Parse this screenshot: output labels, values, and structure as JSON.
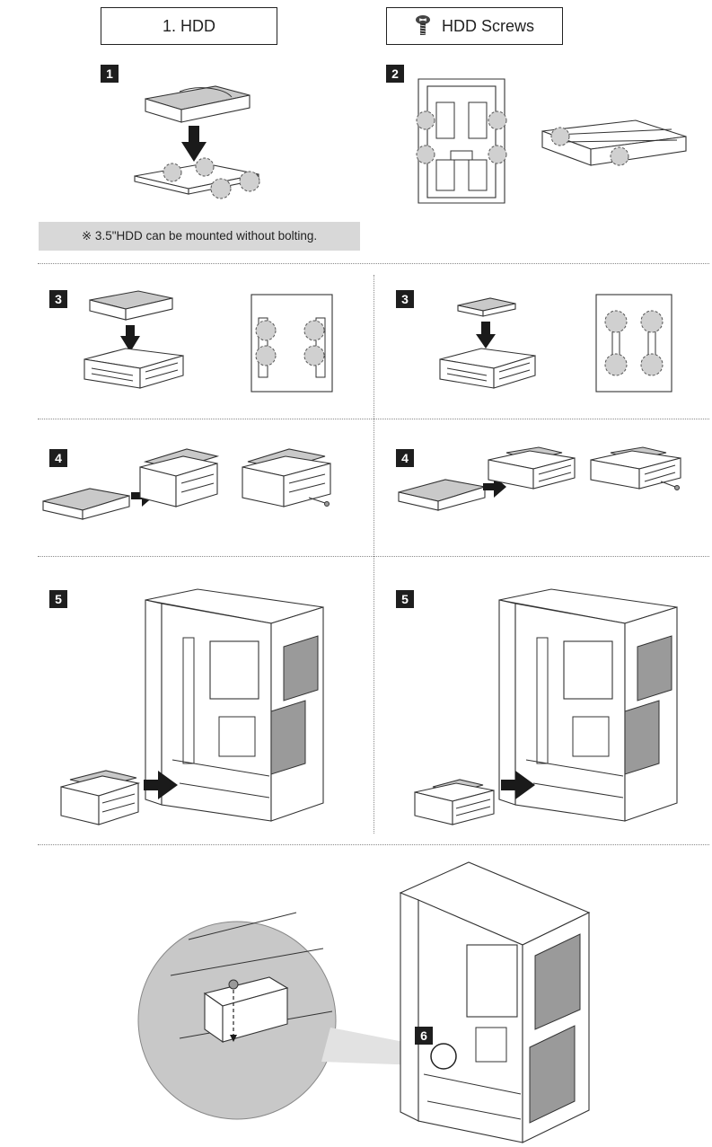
{
  "headers": {
    "hdd_label": "1. HDD",
    "screws_label": "HDD Screws"
  },
  "steps": {
    "s1": "1",
    "s2": "2",
    "s3_left": "3",
    "s3_right": "3",
    "s4_left": "4",
    "s4_right": "4",
    "s5_left": "5",
    "s5_right": "5",
    "s6": "6"
  },
  "note": {
    "text": "※ 3.5\"HDD can be mounted without bolting."
  },
  "icons": {
    "screw": "screw-icon",
    "arrow": "push-arrow-icon"
  },
  "colors": {
    "badge": "#1e1e1e",
    "note_bg": "#d8d8d8",
    "separator": "#8a8a8a",
    "zoom_circle": "#c8c8c8"
  }
}
